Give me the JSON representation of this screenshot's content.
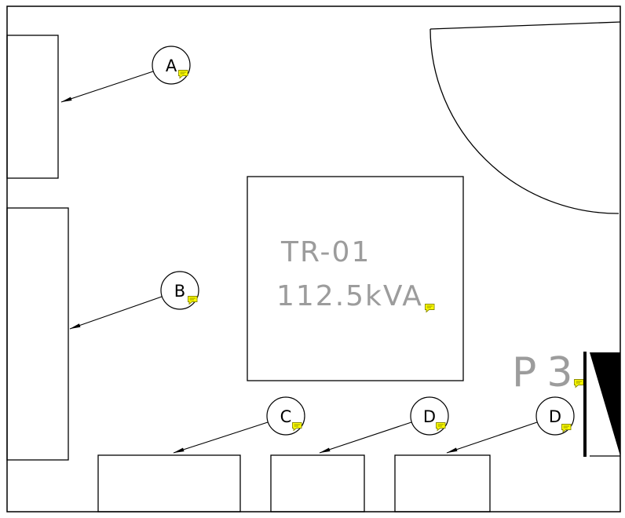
{
  "drawing": {
    "colors": {
      "line": "#000000",
      "annotation_gray": "#9c9c9c",
      "marker_yellow": "#ffff00",
      "marker_outline": "#8a8a00"
    },
    "transformer": {
      "name": "TR-01",
      "rating": "112.5kVA"
    },
    "panel": {
      "label": "P3"
    },
    "callouts": [
      {
        "label": "A"
      },
      {
        "label": "B"
      },
      {
        "label": "C"
      },
      {
        "label": "D"
      },
      {
        "label": "D"
      }
    ]
  }
}
